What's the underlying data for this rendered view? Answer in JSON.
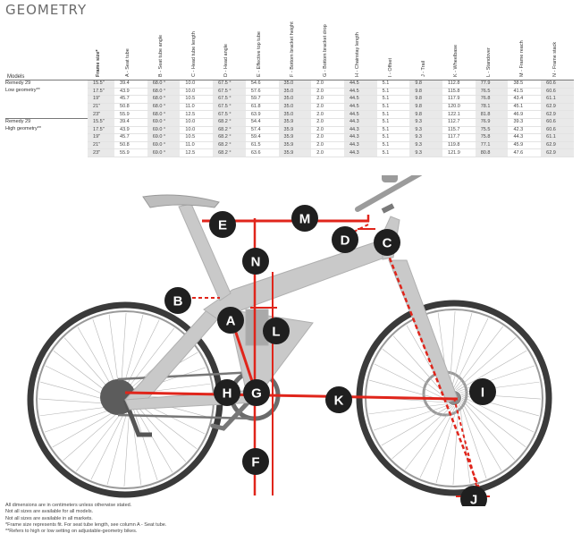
{
  "title": "GEOMETRY",
  "models_label": "Models",
  "columns": [
    "Frame size*",
    "A - Seat tube",
    "B - Seat tube angle",
    "C - Head tube length",
    "D - Head angle",
    "E - Effective top tube",
    "F - Bottom bracket height",
    "G - Bottom bracket drop",
    "H - Chainstay length",
    "I - Offset",
    "J - Trail",
    "K - Wheelbase",
    "L - Standover",
    "M - Frame reach",
    "N - Frame stack"
  ],
  "groups": [
    {
      "model_line1": "Remedy 29",
      "model_line2": "Low geometry**",
      "rows": [
        [
          "15.5\"",
          "39.4",
          "68.0 °",
          "10.0",
          "67.5 °",
          "54.6",
          "35.0",
          "2.0",
          "44.5",
          "5.1",
          "9.8",
          "112.8",
          "77.9",
          "38.5",
          "60.6"
        ],
        [
          "17.5\"",
          "43.9",
          "68.0 °",
          "10.0",
          "67.5 °",
          "57.6",
          "35.0",
          "2.0",
          "44.5",
          "5.1",
          "9.8",
          "115.8",
          "76.5",
          "41.5",
          "60.6"
        ],
        [
          "19\"",
          "45.7",
          "68.0 °",
          "10.5",
          "67.5 °",
          "59.7",
          "35.0",
          "2.0",
          "44.5",
          "5.1",
          "9.8",
          "117.9",
          "76.8",
          "43.4",
          "61.1"
        ],
        [
          "21\"",
          "50.8",
          "68.0 °",
          "11.0",
          "67.5 °",
          "61.8",
          "35.0",
          "2.0",
          "44.5",
          "5.1",
          "9.8",
          "120.0",
          "78.1",
          "45.1",
          "62.9"
        ],
        [
          "23\"",
          "55.9",
          "68.0 °",
          "12.5",
          "67.5 °",
          "63.9",
          "35.0",
          "2.0",
          "44.5",
          "5.1",
          "9.8",
          "122.1",
          "81.8",
          "46.9",
          "62.9"
        ]
      ]
    },
    {
      "model_line1": "Remedy 29",
      "model_line2": "High geometry**",
      "rows": [
        [
          "15.5\"",
          "39.4",
          "69.0 °",
          "10.0",
          "68.2 °",
          "54.4",
          "35.9",
          "2.0",
          "44.3",
          "5.1",
          "9.3",
          "112.7",
          "76.9",
          "39.3",
          "60.6"
        ],
        [
          "17.5\"",
          "43.9",
          "69.0 °",
          "10.0",
          "68.2 °",
          "57.4",
          "35.9",
          "2.0",
          "44.3",
          "5.1",
          "9.3",
          "115.7",
          "75.5",
          "42.3",
          "60.6"
        ],
        [
          "19\"",
          "45.7",
          "69.0 °",
          "10.5",
          "68.2 °",
          "59.4",
          "35.9",
          "2.0",
          "44.3",
          "5.1",
          "9.3",
          "117.7",
          "75.8",
          "44.3",
          "61.1"
        ],
        [
          "21\"",
          "50.8",
          "69.0 °",
          "11.0",
          "68.2 °",
          "61.5",
          "35.9",
          "2.0",
          "44.3",
          "5.1",
          "9.3",
          "119.8",
          "77.1",
          "45.9",
          "62.9"
        ],
        [
          "23\"",
          "55.9",
          "69.0 °",
          "12.5",
          "68.2 °",
          "63.6",
          "35.9",
          "2.0",
          "44.3",
          "5.1",
          "9.3",
          "121.9",
          "80.8",
          "47.6",
          "62.9"
        ]
      ]
    }
  ],
  "diagram_labels": [
    "A",
    "B",
    "C",
    "D",
    "E",
    "F",
    "G",
    "H",
    "I",
    "J",
    "K",
    "L",
    "M",
    "N"
  ],
  "notes": [
    "All dimensions are in centimeters unless otherwise stated.",
    "Not all sizes are available for all models.",
    "Not all sizes are available in all markets.",
    "*Frame size represents fit. For seat tube length, see column A - Seat tube.",
    "**Refers to high or low setting on adjustable-geometry bikes."
  ],
  "colors": {
    "accent_red": "#e0251b",
    "label_black": "#1f1f1f",
    "frame_gray": "#c8c8c8",
    "shade": "#e9e9e9"
  }
}
